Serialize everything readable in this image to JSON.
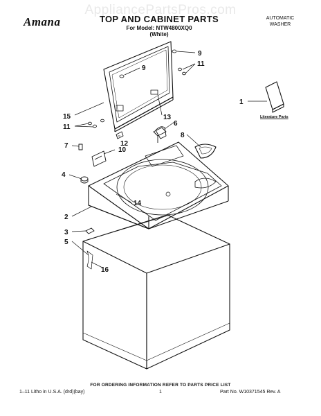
{
  "watermark": "AppliancePartsPros.com",
  "header": {
    "brand": "Amana",
    "title": "TOP AND CABINET PARTS",
    "model_line": "For Model: NTW4800XQ0",
    "color_line": "(White)",
    "product_type": [
      "AUTOMATIC",
      "WASHER"
    ]
  },
  "literature_label": "Literature Parts",
  "callouts": [
    "9",
    "11",
    "9",
    "15",
    "11",
    "13",
    "6",
    "8",
    "12",
    "7",
    "10",
    "4",
    "1",
    "2",
    "14",
    "3",
    "5",
    "16"
  ],
  "footer": {
    "ordering_note": "FOR ORDERING INFORMATION REFER TO PARTS PRICE LIST",
    "litho": "1–11 Litho in U.S.A. (drd)(bay)",
    "page": "1",
    "part_no": "Part No. W10371545 Rev. A"
  }
}
